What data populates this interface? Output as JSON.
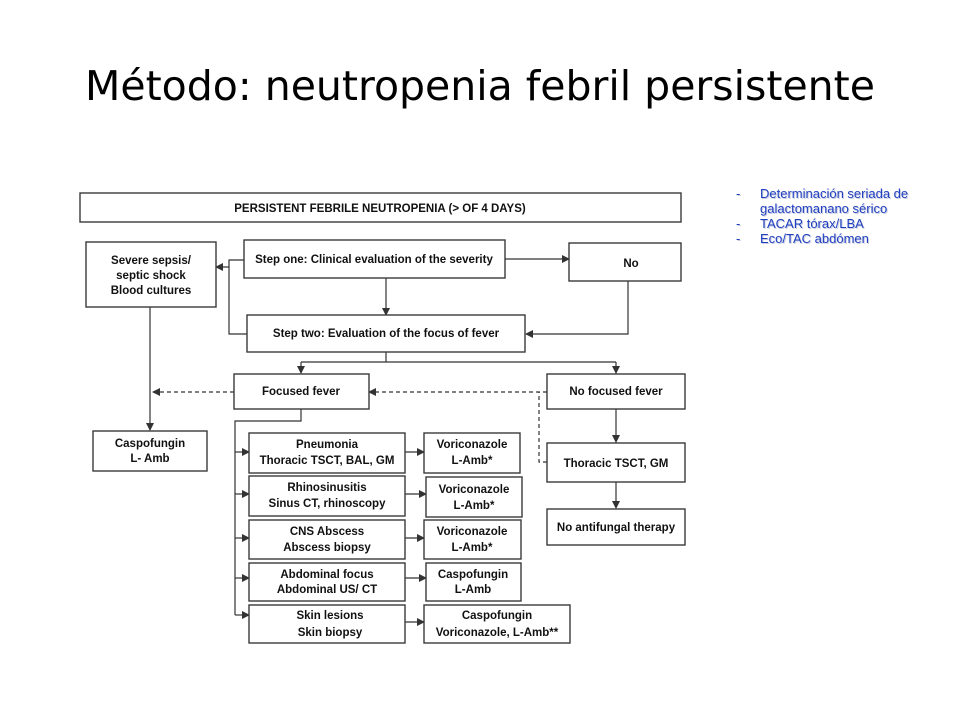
{
  "slide": {
    "title": "Método: neutropenia febril persistente"
  },
  "diagram": {
    "header": "PERSISTENT FEBRILE NEUTROPENIA (> OF 4 DAYS)",
    "severe": [
      "Severe sepsis/",
      "septic shock",
      "Blood cultures"
    ],
    "step_one": "Step one: Clinical evaluation of the severity",
    "no": "No",
    "step_two": "Step two: Evaluation of the focus of fever",
    "caspofungin_lamb": [
      "Caspofungin",
      "L- Amb"
    ],
    "focused_fever": "Focused fever",
    "no_focused_fever": "No focused fever",
    "pneumonia": [
      "Pneumonia",
      "Thoracic TSCT, BAL, GM"
    ],
    "pneumonia_tx": [
      "Voriconazole",
      "L-Amb*"
    ],
    "rhinosinusitis": [
      "Rhinosinusitis",
      "Sinus CT, rhinoscopy"
    ],
    "rhinosinusitis_tx": [
      "Voriconazole",
      "L-Amb*"
    ],
    "cns": [
      "CNS Abscess",
      "Abscess biopsy"
    ],
    "cns_tx": [
      "Voriconazole",
      "L-Amb*"
    ],
    "abdominal": [
      "Abdominal focus",
      "Abdominal US/ CT"
    ],
    "abdominal_tx": [
      "Caspofungin",
      "L-Amb"
    ],
    "skin": [
      "Skin lesions",
      "Skin biopsy"
    ],
    "skin_tx": [
      "Caspofungin",
      "Voriconazole, L-Amb**"
    ],
    "thoracic_tsct_gm": "Thoracic TSCT, GM",
    "no_antifungal": "No antifungal therapy"
  },
  "notes": [
    "Determinación seriada de galactomanano sérico",
    "TACAR tórax/LBA",
    "Eco/TAC abdómen"
  ],
  "colors": {
    "notes_text": "#1f3fbf",
    "box_stroke": "#3a3a3a"
  }
}
